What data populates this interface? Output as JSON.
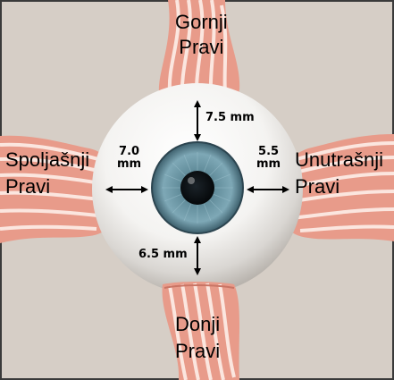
{
  "muscles": {
    "superior": [
      "Gornji",
      "Pravi"
    ],
    "lateral": [
      "Spoljašnji",
      "Pravi"
    ],
    "medial": [
      "Unutrašnji",
      "Pravi"
    ],
    "inferior": [
      "Donji",
      "Pravi"
    ]
  },
  "measurements": {
    "superior": "7.5 mm",
    "lateral": [
      "7.0",
      "mm"
    ],
    "medial": [
      "5.5",
      "mm"
    ],
    "inferior": "6.5 mm"
  },
  "colors": {
    "background": "#d6cec6",
    "border": "#3a3a3a",
    "sclera": "#f5f5f3",
    "muscle": "#e89b8a",
    "muscle_stripe": "#fbe6df",
    "iris": "#6c97a8",
    "pupil": "#0d1116"
  }
}
